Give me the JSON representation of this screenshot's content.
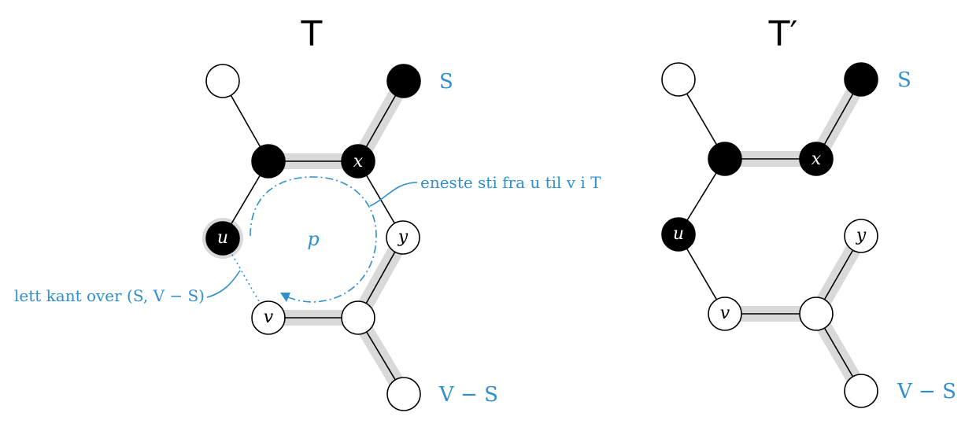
{
  "left": {
    "title": "T",
    "set_s": "S",
    "set_vs": "V − S",
    "labels": {
      "u": "u",
      "x": "x",
      "y": "y",
      "v": "v",
      "p": "p"
    },
    "annotation_path": "eneste sti fra u til v i T",
    "annotation_edge": "lett kant over (S, V − S)"
  },
  "right": {
    "title": "T′",
    "set_s": "S",
    "set_vs": "V − S",
    "labels": {
      "u": "u",
      "x": "x",
      "y": "y",
      "v": "v"
    }
  },
  "colors": {
    "accent_blue": "#2f8fcf",
    "halo_grey": "#d9d9d9",
    "node_black": "#000000",
    "node_white": "#ffffff"
  }
}
